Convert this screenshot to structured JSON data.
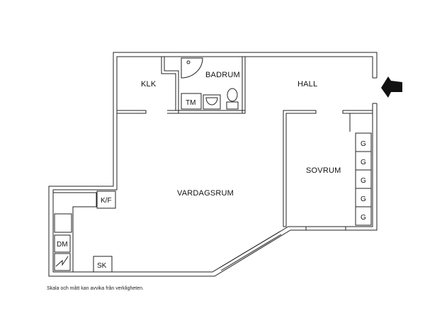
{
  "rooms": {
    "klk": "KLK",
    "badrum": "BADRUM",
    "hall": "HALL",
    "sovrum": "SOVRUM",
    "vardagsrum": "VARDAGSRUM"
  },
  "fixtures": {
    "tm": "TM",
    "kf": "K/F",
    "dm": "DM",
    "sk": "SK",
    "wardrobe": [
      "G",
      "G",
      "G",
      "G",
      "G"
    ]
  },
  "disclaimer": "Skala och mått kan avvika från verkligheten."
}
